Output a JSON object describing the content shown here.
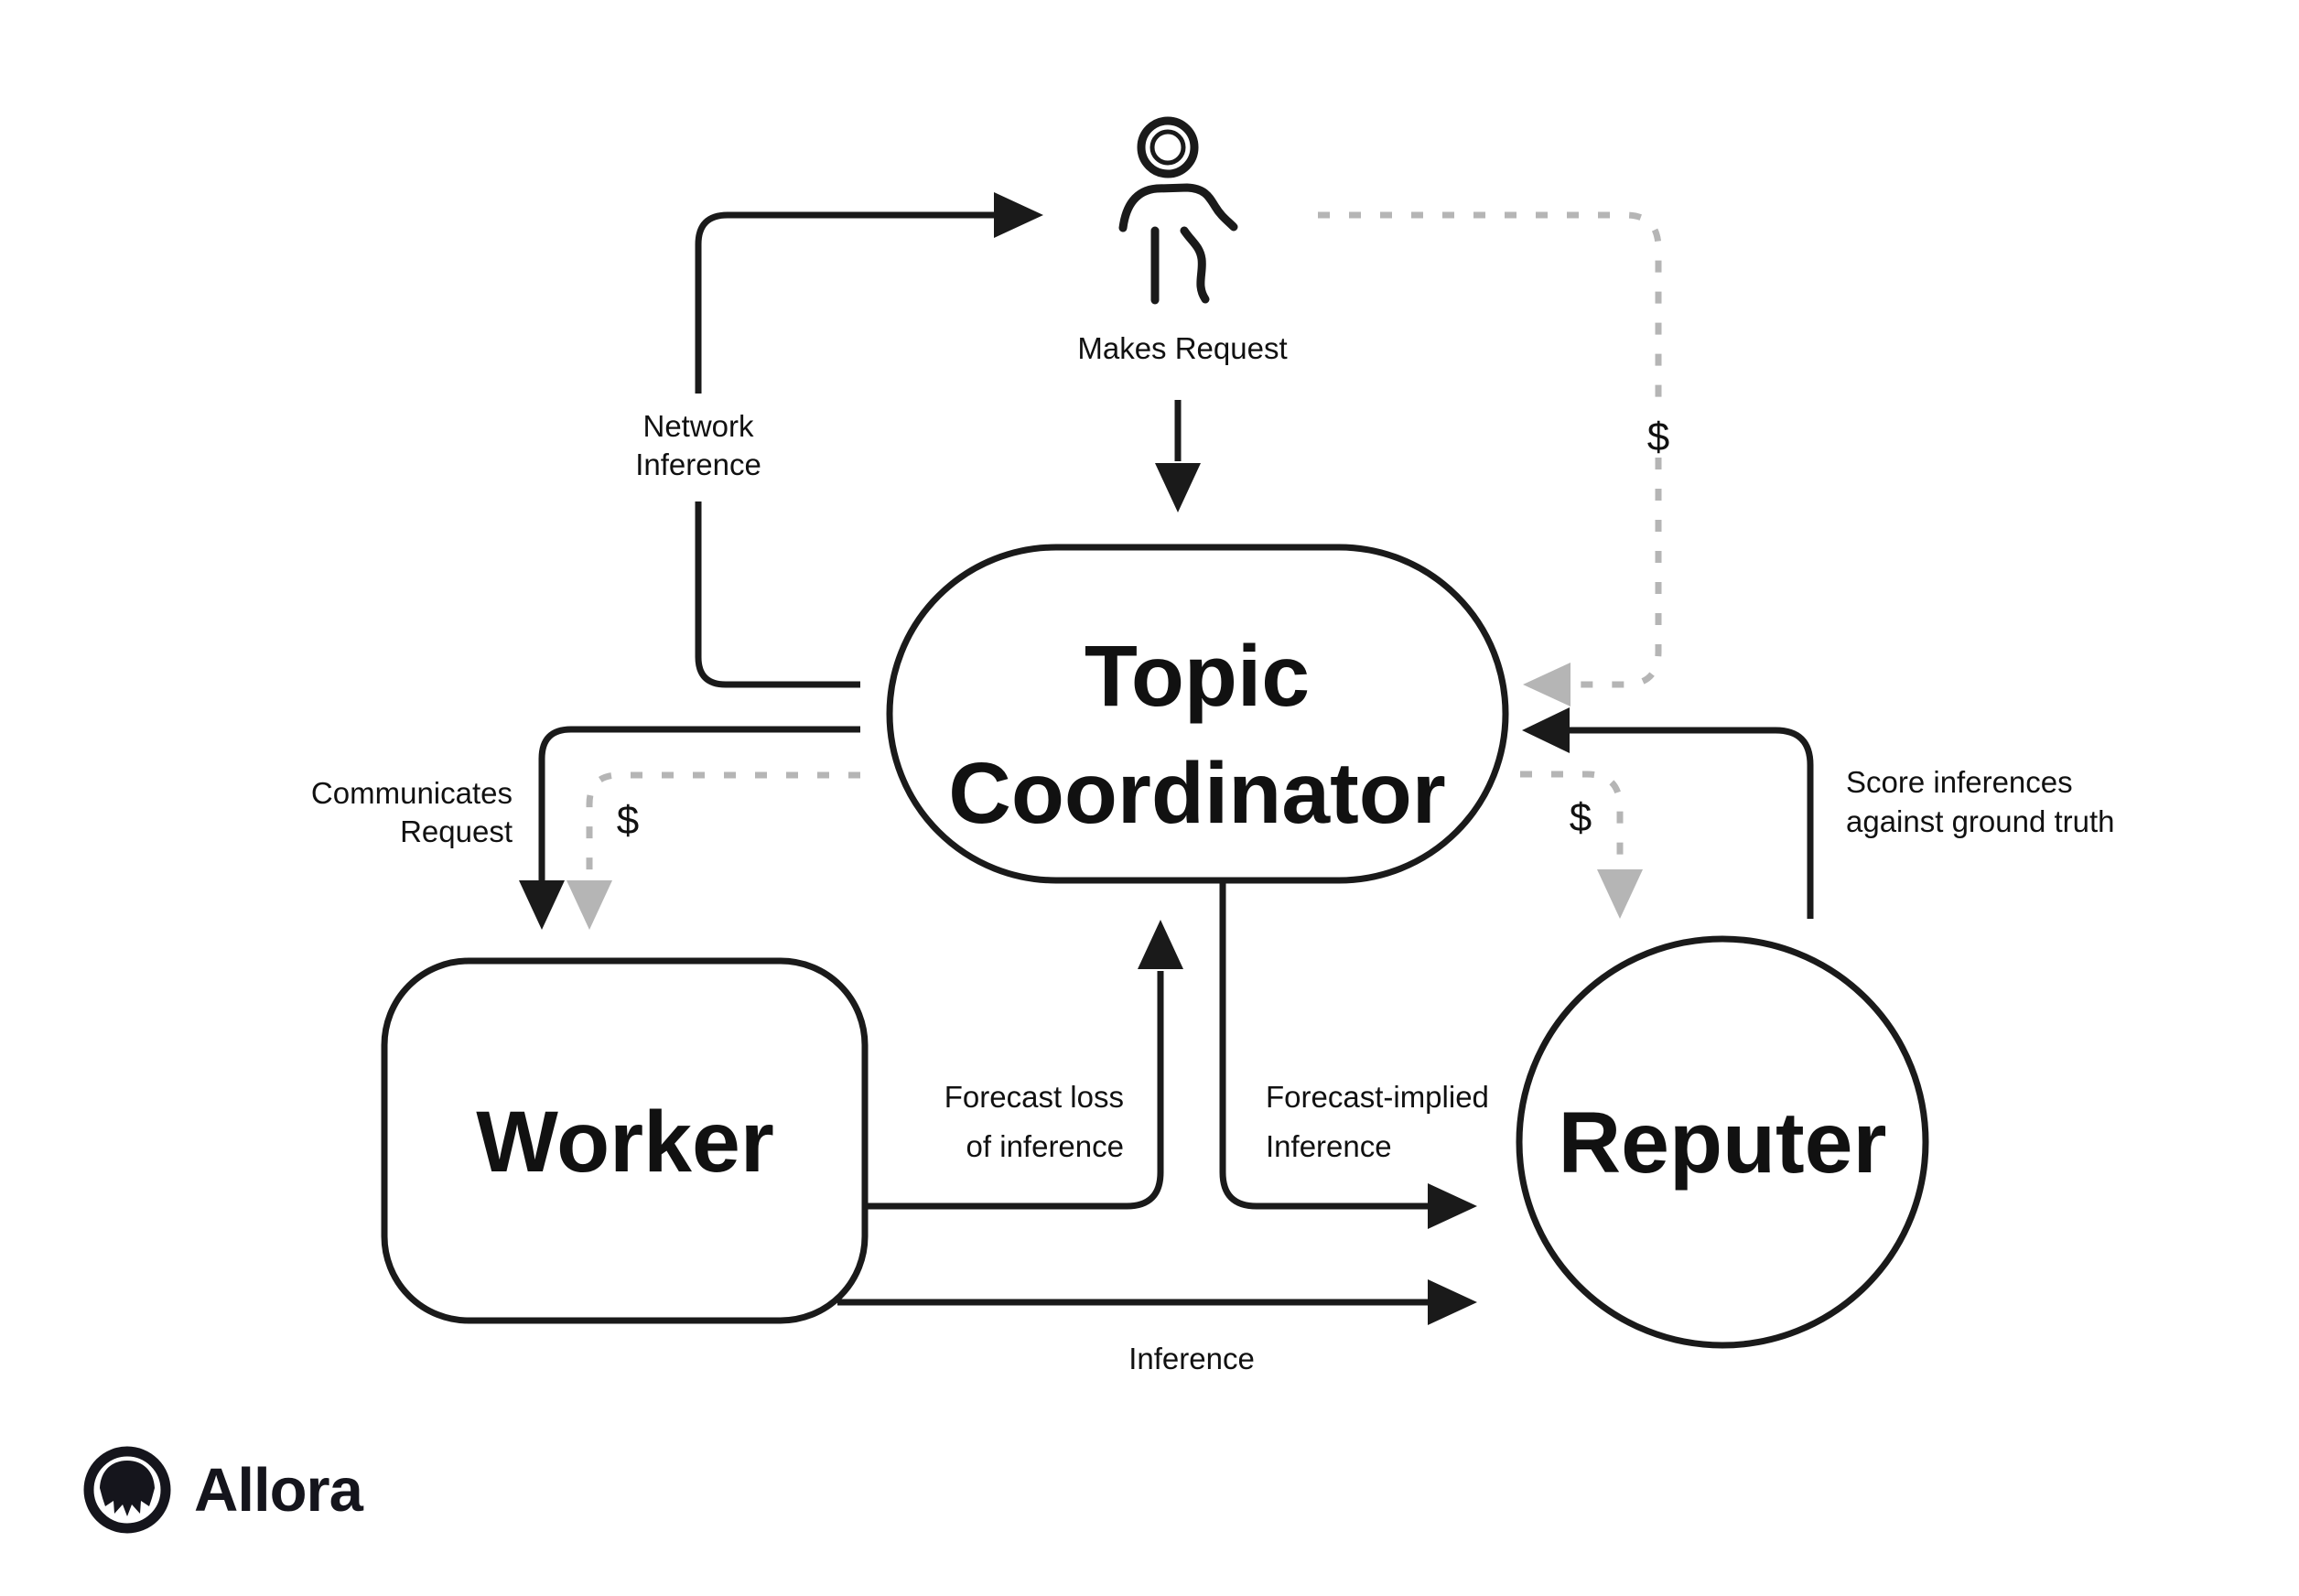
{
  "colors": {
    "line": "#1a1a1a",
    "dashed": "#b5b5b5",
    "text": "#111111",
    "background": "#ffffff",
    "brand": "#15151c"
  },
  "diagram": {
    "user": {
      "label": "Makes Request"
    },
    "coordinator": {
      "line1": "Topic",
      "line2": "Coordinator"
    },
    "worker": {
      "label": "Worker"
    },
    "reputer": {
      "label": "Reputer"
    },
    "edges": {
      "network_inference": {
        "line1": "Network",
        "line2": "Inference"
      },
      "communicates_request": {
        "line1": "Communicates",
        "line2": "Request"
      },
      "score_inferences": {
        "line1": "Score inferences",
        "line2": "against ground truth"
      },
      "forecast_loss": {
        "line1": "Forecast loss",
        "line2": "of inference"
      },
      "forecast_implied": {
        "line1": "Forecast-implied",
        "line2": "Inference"
      },
      "inference": {
        "label": "Inference"
      },
      "fee_user_to_coordinator": {
        "label": "$"
      },
      "fee_coordinator_to_worker": {
        "label": "$"
      },
      "fee_coordinator_to_reputer": {
        "label": "$"
      }
    }
  },
  "footer": {
    "brand": "Allora"
  }
}
